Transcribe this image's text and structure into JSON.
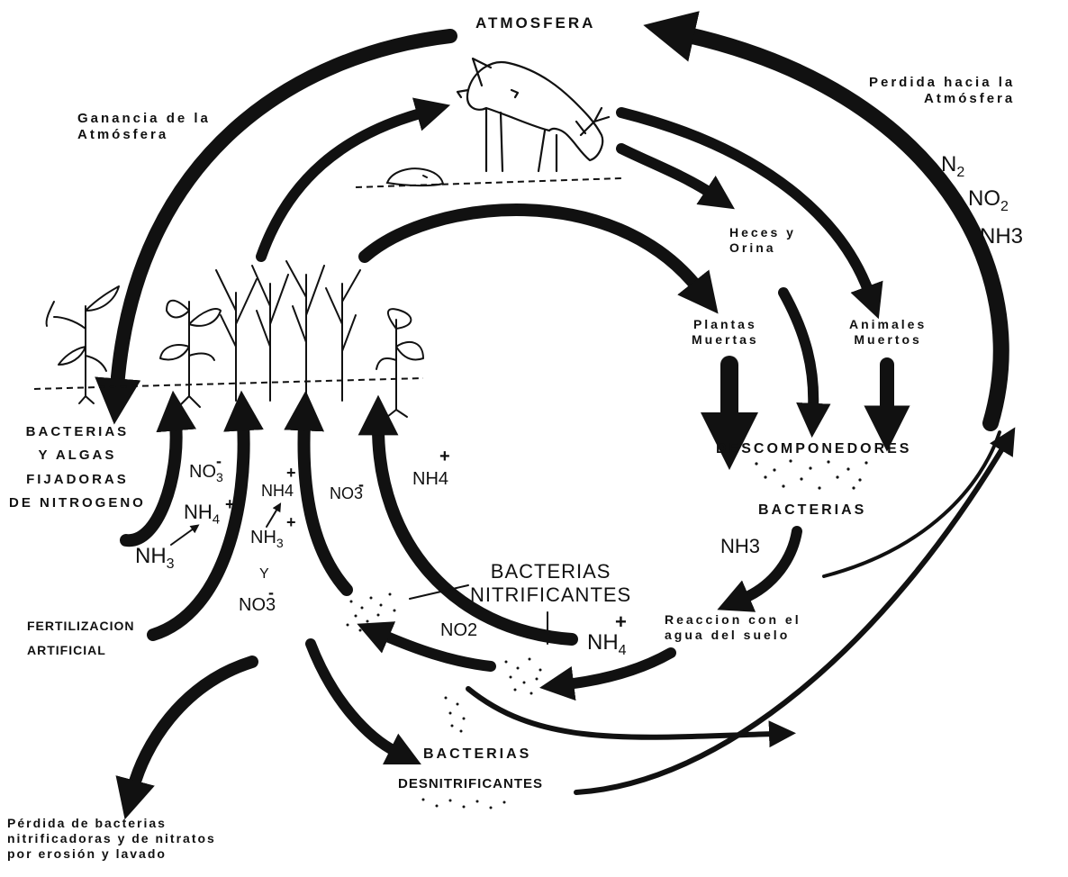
{
  "labels": {
    "atmosfera": "ATMOSFERA",
    "ganancia": "Ganancia de la\nAtmósfera",
    "perdida_atmosfera": "Perdida hacia la\nAtmósfera",
    "n2": "N",
    "n2_sub": "2",
    "no2": "NO",
    "no2_sub": "2",
    "nh3_top": "NH3",
    "heces": "Heces y\nOrina",
    "plantas_muertas": "Plantas\nMuertas",
    "animales_muertos": "Animales\nMuertos",
    "descomponedores": "DESCOMPONEDORES",
    "bacterias": "BACTERIAS",
    "nh3_mid": "NH3",
    "reaccion": "Reaccion con el\nagua del suelo",
    "bacterias_nitrificantes": "BACTERIAS\nNITRIFICANTES",
    "nh4_right": "NH",
    "nh4_right_sub": "4",
    "no2_left": "NO2",
    "bacterias_desnitrificantes_1": "BACTERIAS",
    "bacterias_desnitrificantes_2": "DESNITRIFICANTES",
    "bacterias_algas": "BACTERIAS\nY ALGAS\nFIJADORAS\nDE NITROGENO",
    "no3_a": "NO",
    "no3_a_sub": "3",
    "nh4_a": "NH",
    "nh4_a_sub": "4",
    "nh3_a": "NH",
    "nh3_a_sub": "3",
    "nh4_b": "NH4",
    "nh3_b": "NH",
    "nh3_b_sub": "3",
    "y": "Y",
    "no3_b": "NO3",
    "no3_c": "NO3",
    "nh4_c": "NH4",
    "fertilizacion": "FERTILIZACION\nARTIFICIAL",
    "perdida_bacterias": "Pérdida de bacterias\nnitrificadoras y de nitratos\npor erosión y lavado",
    "plus": "+",
    "minus": "-"
  },
  "colors": {
    "ink": "#111111",
    "background": "#ffffff"
  }
}
